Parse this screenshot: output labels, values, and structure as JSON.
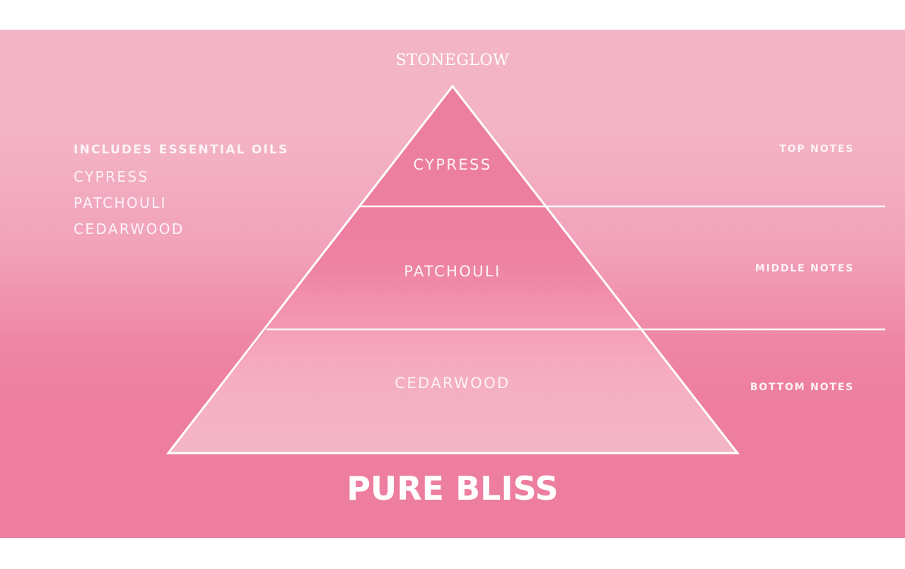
{
  "brand": "STONEGLOW",
  "oils_panel": {
    "heading": "INCLUDES ESSENTIAL OILS",
    "items": [
      "CYPRESS",
      "PATCHOULI",
      "CEDARWOOD"
    ]
  },
  "pyramid": {
    "tiers": [
      {
        "label": "CYPRESS",
        "note": "TOP NOTES",
        "fill": "#ec7fa0"
      },
      {
        "label": "PATCHOULI",
        "note": "MIDDLE NOTES",
        "fill_top": "#ec7ea0",
        "fill_bottom": "#f49ab4"
      },
      {
        "label": "CEDARWOOD",
        "note": "BOTTOM NOTES",
        "fill_top": "#f59fb8",
        "fill_bottom": "#f4b6c7"
      }
    ],
    "line_color": "#ffffff"
  },
  "title": "PURE BLISS",
  "colors": {
    "background_top": "#f3b5c6",
    "background_bottom": "#ed7e9f",
    "text": "#ffffff"
  }
}
